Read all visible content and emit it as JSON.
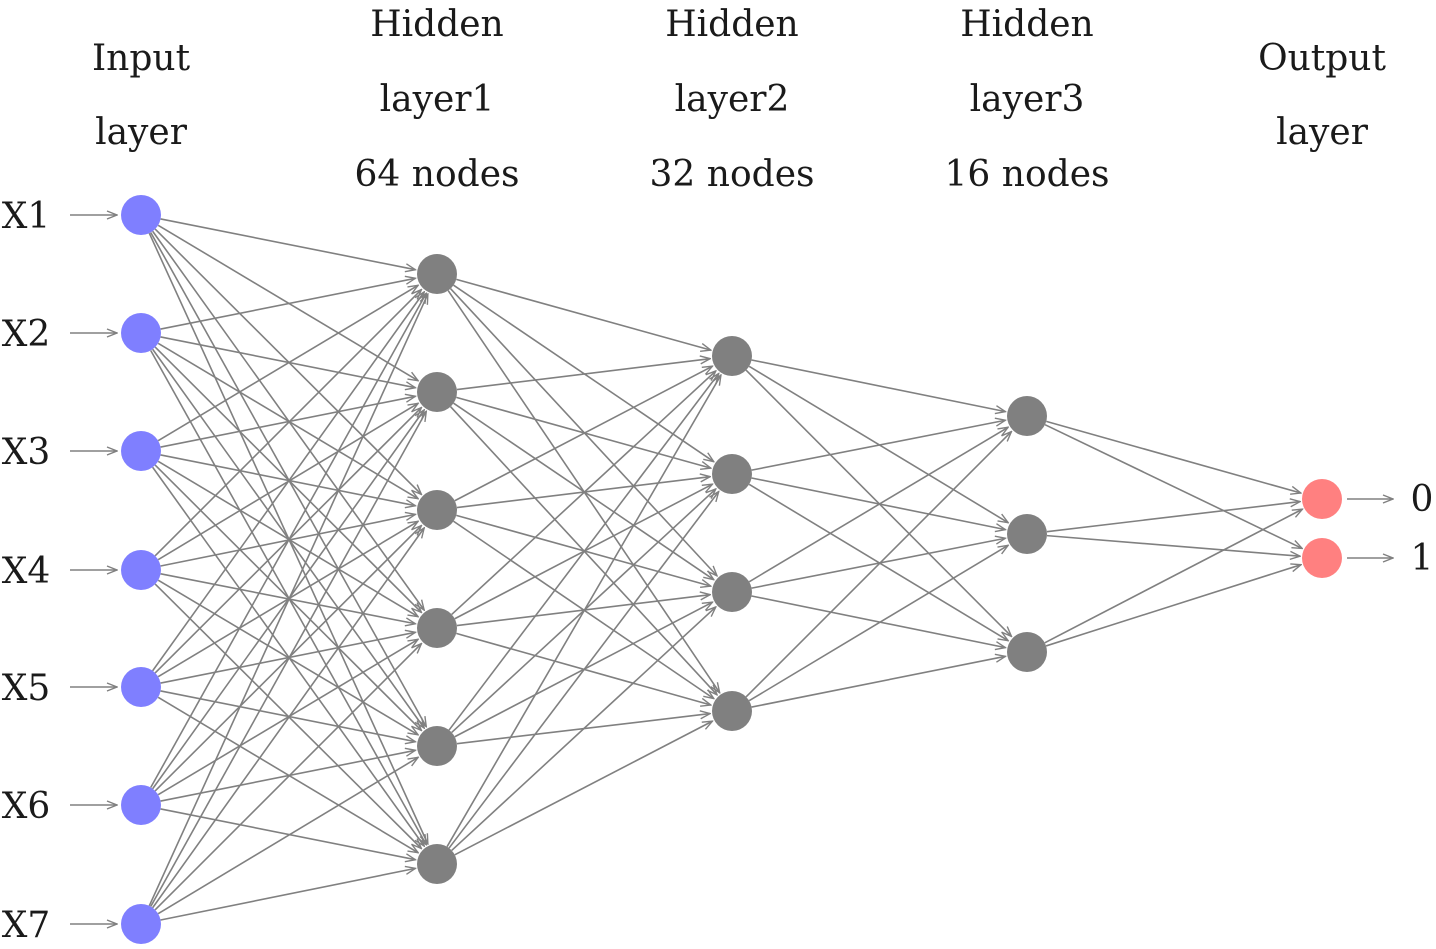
{
  "colors": {
    "input_node": "#7f7fff",
    "hidden_node": "#808080",
    "output_node": "#ff8080",
    "edge": "#808080",
    "text": "#1a1a1a"
  },
  "layers": [
    {
      "id": "input",
      "header": [
        "Input",
        "layer"
      ],
      "color_key": "input_node",
      "nodes": 7
    },
    {
      "id": "hidden1",
      "header": [
        "Hidden",
        "layer1",
        "64 nodes"
      ],
      "color_key": "hidden_node",
      "nodes": 6
    },
    {
      "id": "hidden2",
      "header": [
        "Hidden",
        "layer2",
        "32 nodes"
      ],
      "color_key": "hidden_node",
      "nodes": 4
    },
    {
      "id": "hidden3",
      "header": [
        "Hidden",
        "layer3",
        "16 nodes"
      ],
      "color_key": "hidden_node",
      "nodes": 3
    },
    {
      "id": "output",
      "header": [
        "Output",
        "layer"
      ],
      "color_key": "output_node",
      "nodes": 2
    }
  ],
  "inputs": [
    "X1",
    "X2",
    "X3",
    "X4",
    "X5",
    "X6",
    "X7"
  ],
  "outputs": [
    "0",
    "1"
  ]
}
